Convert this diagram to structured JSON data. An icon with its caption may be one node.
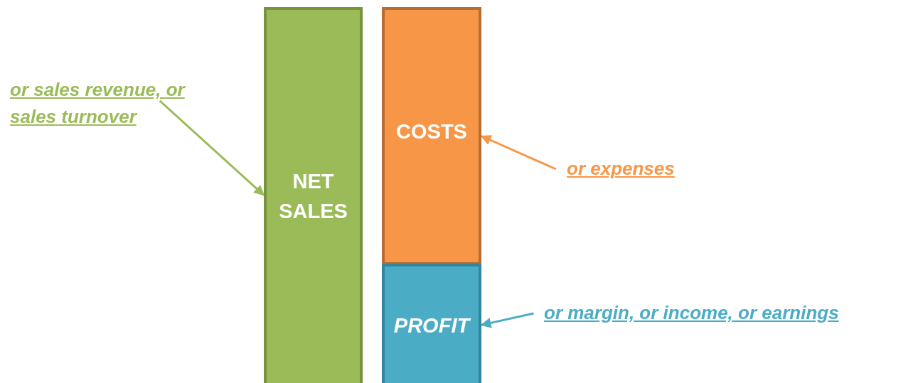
{
  "diagram": {
    "nodes": [
      {
        "text": [
          "or sales revenue, or sales turnover"
        ]
      },
      {
        "text": [
          "NET SALES"
        ]
      },
      {
        "text": [
          "COSTS"
        ]
      },
      {
        "text": [
          "or expenses"
        ]
      },
      {
        "text": [
          "PROFIT"
        ]
      },
      {
        "text": [
          "or margin, or income, or earnings"
        ]
      }
    ],
    "edges": [
      {
        "from": 0,
        "to": 1,
        "arrow": "to",
        "color": "#9bbb59"
      },
      {
        "from": 3,
        "to": 2,
        "arrow": "to",
        "color": "#f79646"
      },
      {
        "from": 5,
        "to": 4,
        "arrow": "to",
        "color": "#4bacc6"
      }
    ]
  }
}
